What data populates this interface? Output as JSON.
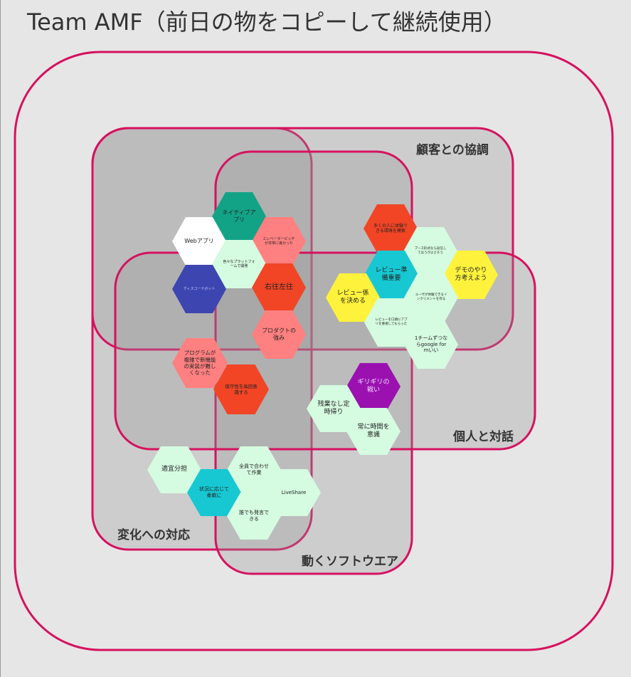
{
  "title": "Team AMF（前日の物をコピーして継続使用）",
  "labels": {
    "customer": "顧客との協調",
    "individuals": "個人と対話",
    "change": "変化への対応",
    "software": "動くソフトウエア"
  },
  "colors": {
    "border": "#d6115f",
    "mint": "#d5fbe0",
    "teal": "#12a387",
    "salmon": "#ff8080",
    "orange": "#f24526",
    "navy": "#3d45b0",
    "cyan": "#17c8d2",
    "yellow": "#fff23c",
    "purple": "#9a11b0",
    "white": "#ffffff"
  },
  "stickies": [
    {
      "text": "ネイティブアプリ",
      "color": "teal"
    },
    {
      "text": "Webアプリ",
      "color": "white"
    },
    {
      "text": "エレベーターピッチが非常に良かった",
      "color": "salmon"
    },
    {
      "text": "色々なプラットフォームで開発",
      "color": "mint"
    },
    {
      "text": "ディスコードボット",
      "color": "navy"
    },
    {
      "text": "右往左往",
      "color": "orange"
    },
    {
      "text": "プロダクトの強み",
      "color": "salmon"
    },
    {
      "text": "プログラムが複雑で新機能の実装が難しくなった",
      "color": "salmon"
    },
    {
      "text": "保守性を毎回意識する",
      "color": "orange"
    },
    {
      "text": "多くの人に体験できる環境を模索",
      "color": "orange"
    },
    {
      "text": "ブース形式なら返信してほうがよさそう",
      "color": "mint"
    },
    {
      "text": "デモのやり方考えよう",
      "color": "yellow"
    },
    {
      "text": "レビュー準備重要",
      "color": "cyan"
    },
    {
      "text": "レビュー係を決める",
      "color": "yellow"
    },
    {
      "text": "ユーザが体験できるインクリメントを作る",
      "color": "mint"
    },
    {
      "text": "レビューを口頭にアプリを重視してもらった",
      "color": "mint"
    },
    {
      "text": "1チームずつならgoogle formいい",
      "color": "mint"
    },
    {
      "text": "ギリギリの戦い",
      "color": "purple"
    },
    {
      "text": "残業なし定時帰り",
      "color": "mint"
    },
    {
      "text": "常に時間を意識",
      "color": "mint"
    },
    {
      "text": "適宜分担",
      "color": "mint"
    },
    {
      "text": "全員で合わせて作業",
      "color": "mint"
    },
    {
      "text": "状況に応じて柔軟に",
      "color": "cyan"
    },
    {
      "text": "LiveShare",
      "color": "mint"
    },
    {
      "text": "誰でも発言できる",
      "color": "mint"
    }
  ]
}
